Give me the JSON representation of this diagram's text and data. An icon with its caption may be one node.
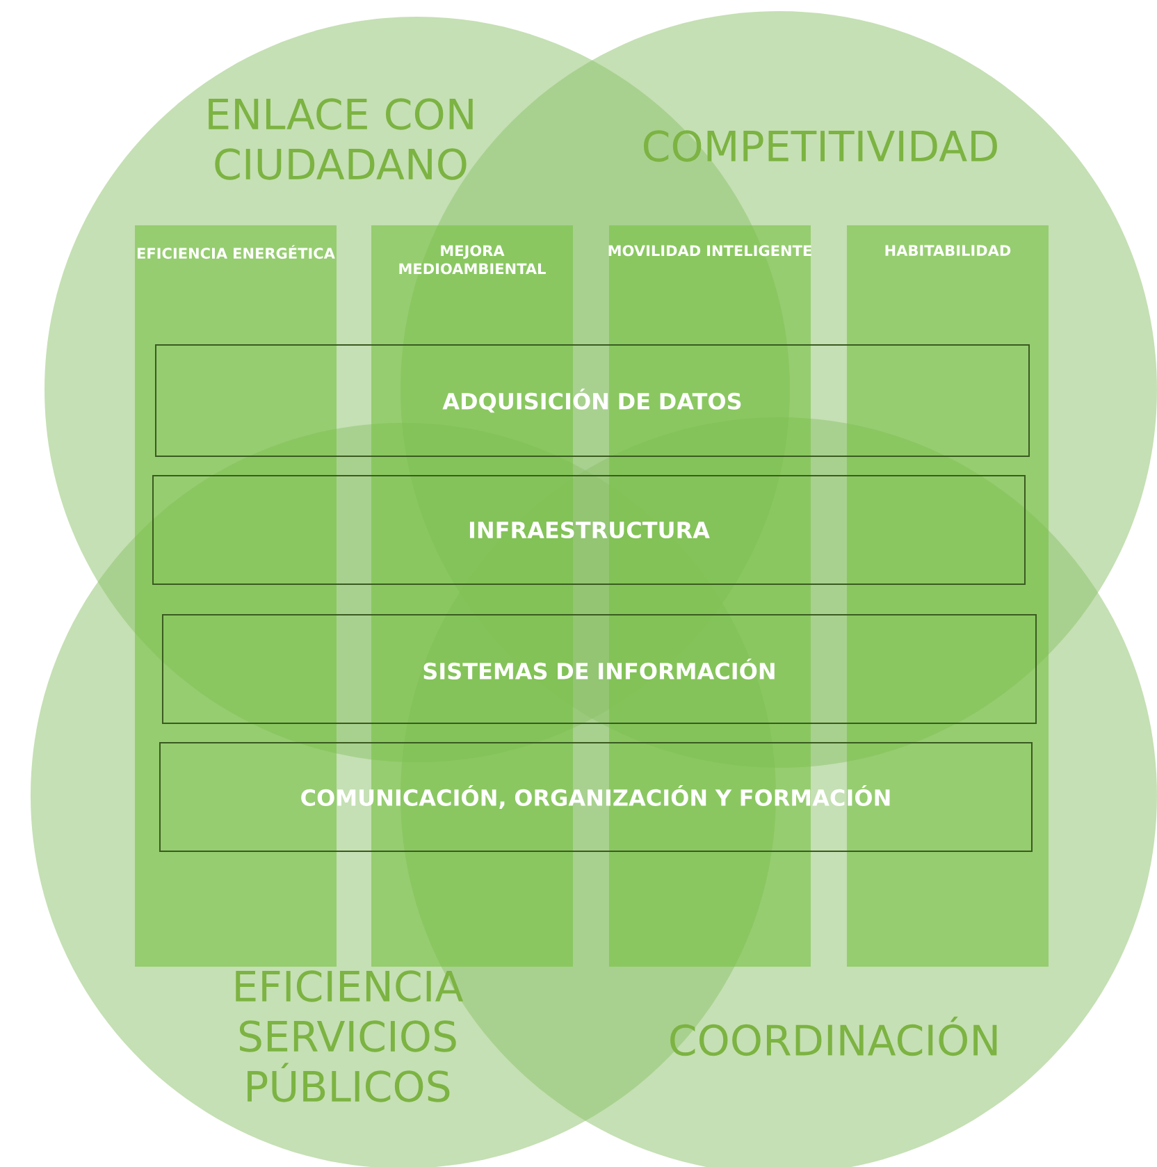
{
  "diagram": {
    "nodes": [
      {
        "text": [
          "ENLACE CON CIUDADANO"
        ]
      },
      {
        "text": [
          "COMPETITIVIDAD"
        ]
      },
      {
        "text": [
          "EFICIENCIA SERVICIOS PÚBLICOS"
        ]
      },
      {
        "text": [
          "COORDINACIÓN"
        ]
      },
      {
        "text": [
          "EFICIENCIA ENERGÉTICA"
        ]
      },
      {
        "text": [
          "MEJORA MEDIOAMBIENTAL"
        ]
      },
      {
        "text": [
          "MOVILIDAD INTELIGENTE"
        ]
      },
      {
        "text": [
          "HABITABILIDAD"
        ]
      },
      {
        "text": [
          "ADQUISICIÓN DE DATOS"
        ]
      },
      {
        "text": [
          "INFRAESTRUCTURA"
        ]
      },
      {
        "text": [
          "SISTEMAS DE INFORMACIÓN"
        ]
      },
      {
        "text": [
          "COMUNICACIÓN, ORGANIZACIÓN Y FORMACIÓN"
        ]
      }
    ]
  }
}
